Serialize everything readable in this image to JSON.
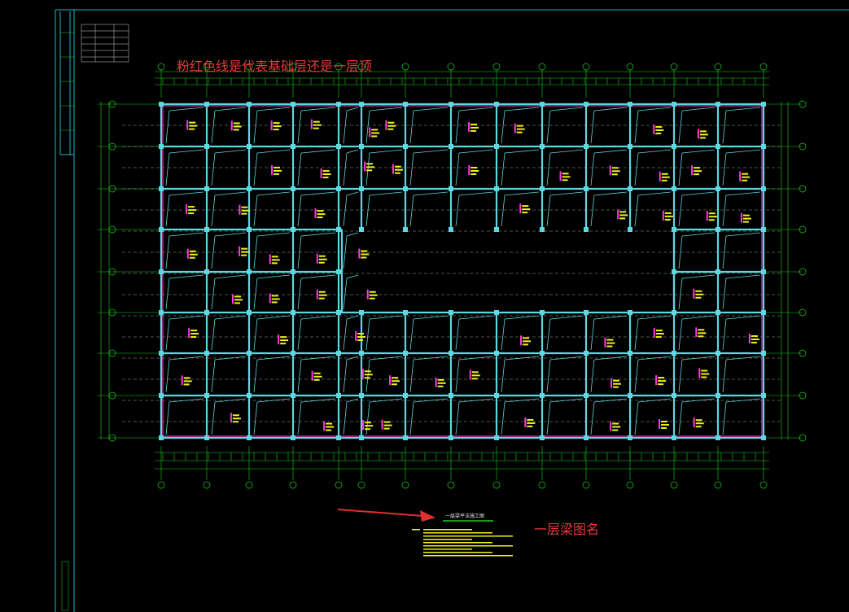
{
  "annotations": {
    "top_note": "粉红色线是代表基础层还是一层顶",
    "beam_name_note": "一层梁图名"
  },
  "drawing": {
    "plan_title": "一层梁平法施工图"
  },
  "colors": {
    "background": "#000000",
    "frame": "#18b9c8",
    "grid_green": "#1dd11d",
    "beam_cyan": "#5fd7df",
    "pink": "#ff3bd8",
    "yellow": "#f2f21a",
    "annotation_red": "#e8393a",
    "arrow_red": "#e03030"
  }
}
